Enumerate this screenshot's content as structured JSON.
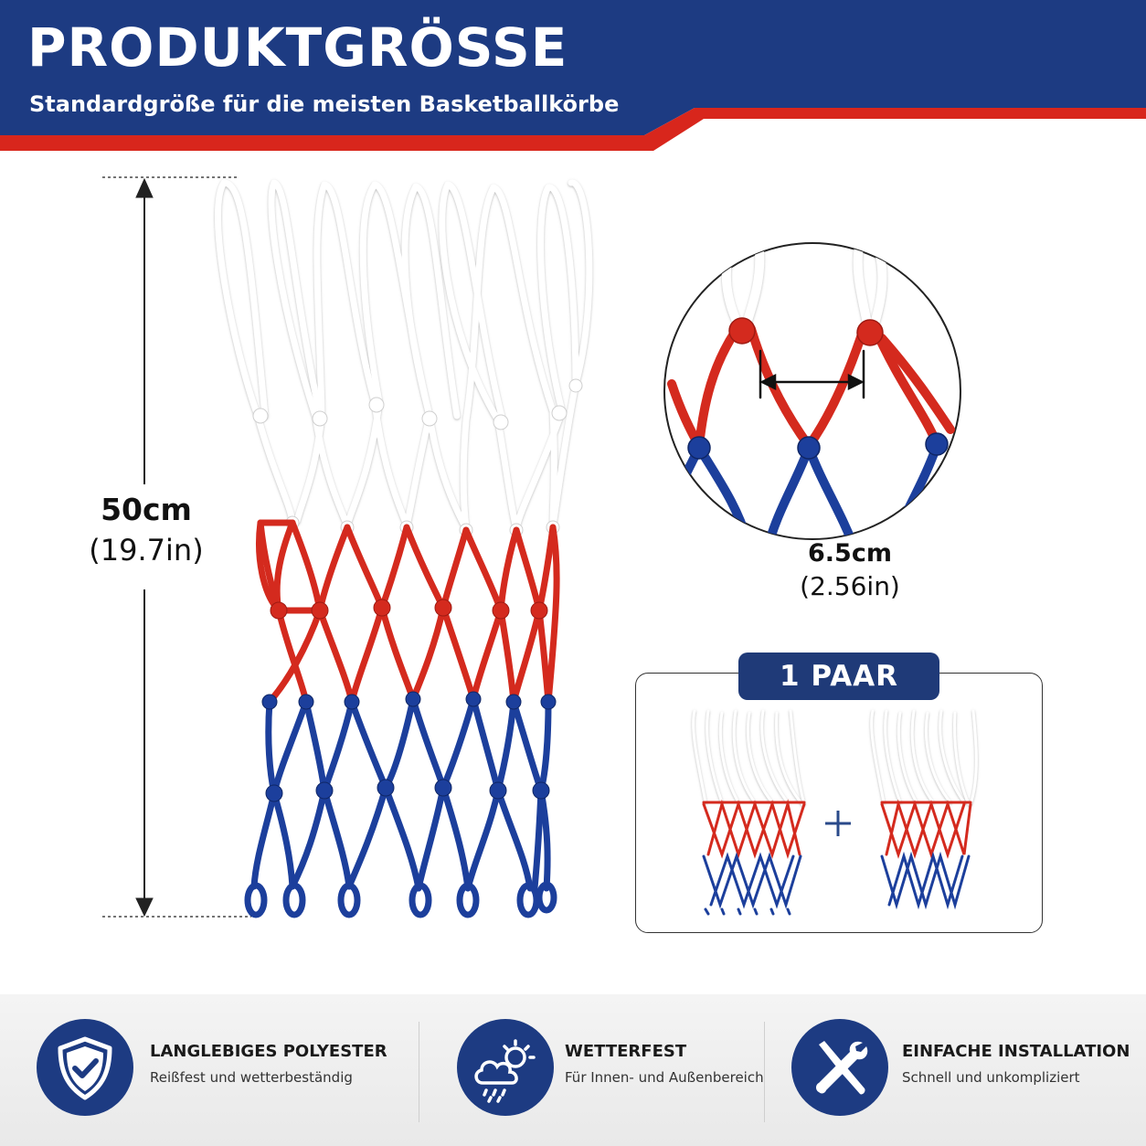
{
  "header": {
    "title": "PRODUKTGRÖSSE",
    "subtitle": "Standardgröße für die meisten Basketballkörbe"
  },
  "dimensions": {
    "length_cm": "50cm",
    "length_in": "(19.7in)",
    "mesh_cm": "6.5cm",
    "mesh_in": "(2.56in)"
  },
  "pair": {
    "label": "1 PAAR",
    "plus": "+"
  },
  "colors": {
    "navy": "#1d3b82",
    "red": "#d42a1e",
    "blue": "#1c3f9c",
    "white_cord": "#ffffff"
  },
  "features": [
    {
      "icon": "shield-check-icon",
      "title": "LANGLEBIGES POLYESTER",
      "subtitle": "Reißfest und wetterbeständig"
    },
    {
      "icon": "weather-icon",
      "title": "WETTERFEST",
      "subtitle": "Für Innen- und Außenbereich"
    },
    {
      "icon": "tools-icon",
      "title": "EINFACHE INSTALLATION",
      "subtitle": "Schnell und unkompliziert"
    }
  ]
}
